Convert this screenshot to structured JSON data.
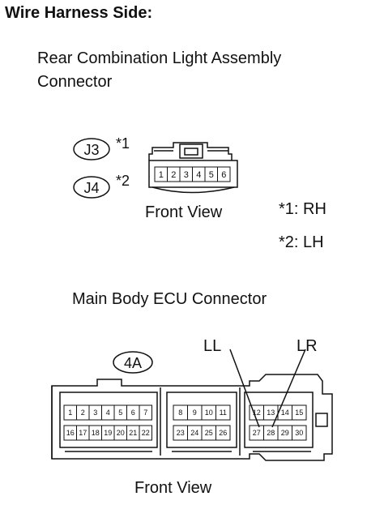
{
  "heading": "Wire Harness Side:",
  "connector1": {
    "title_line1": "Rear Combination Light Assembly",
    "title_line2": "Connector",
    "codes": [
      {
        "code": "J3",
        "note": "*1"
      },
      {
        "code": "J4",
        "note": "*2"
      }
    ],
    "pins": [
      "1",
      "2",
      "3",
      "4",
      "5",
      "6"
    ],
    "front_view": "Front View"
  },
  "notes": [
    "*1: RH",
    "*2: LH"
  ],
  "connector2": {
    "title": "Main Body ECU Connector",
    "code": "4A",
    "pins_top_left": [
      "1",
      "2",
      "3",
      "4",
      "5",
      "6",
      "7"
    ],
    "pins_bottom_left": [
      "16",
      "17",
      "18",
      "19",
      "20",
      "21",
      "22"
    ],
    "pins_top_mid": [
      "8",
      "9",
      "10",
      "11"
    ],
    "pins_bottom_mid": [
      "23",
      "24",
      "25",
      "26"
    ],
    "pins_top_right": [
      "12",
      "13",
      "14",
      "15"
    ],
    "pins_bottom_right": [
      "27",
      "28",
      "29",
      "30"
    ],
    "label_ll": "LL",
    "label_lr": "LR",
    "front_view": "Front View"
  }
}
